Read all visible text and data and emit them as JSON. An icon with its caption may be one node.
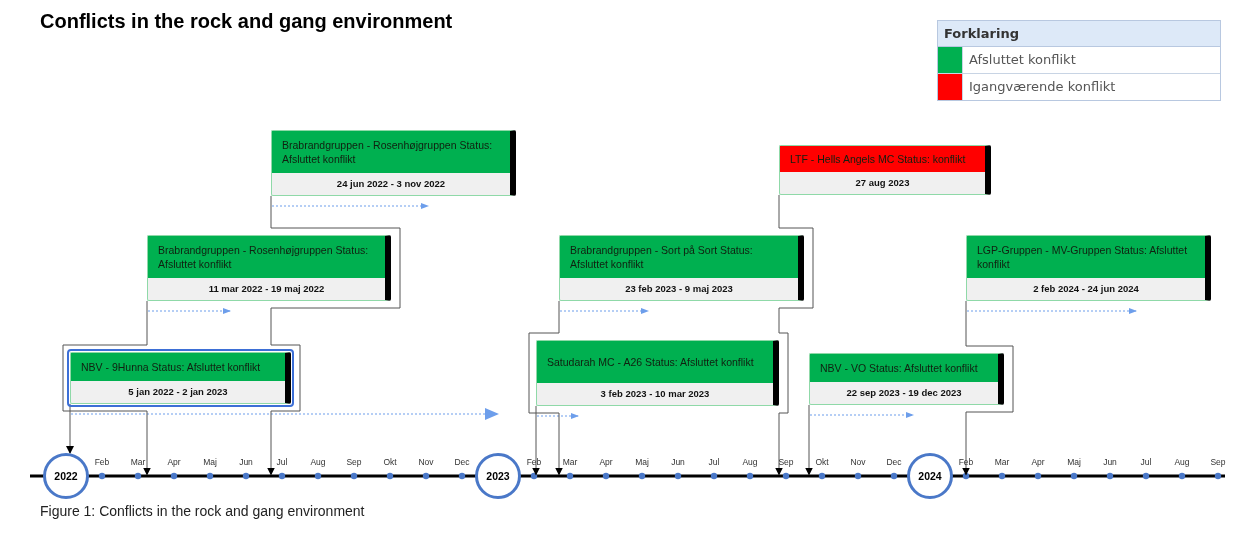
{
  "diagram": {
    "title": "Conflicts in the rock and gang environment",
    "caption": "Figure 1: Conflicts in the rock and gang environment",
    "nodes": [
      {
        "text": [
          "Brabrandgruppen - Rosenhøjgruppen Status: Afsluttet konflikt",
          "24 jun 2022 - 3 nov 2022"
        ]
      },
      {
        "text": [
          "LTF - Hells Angels MC Status: konflikt",
          "27 aug 2023"
        ]
      },
      {
        "text": [
          "Brabrandgruppen - Rosenhøjgruppen Status: Afsluttet konflikt",
          "11 mar 2022 - 19 maj 2022"
        ]
      },
      {
        "text": [
          "Brabrandgruppen - Sort på Sort Status: Afsluttet konflikt",
          "23 feb 2023 - 9 maj 2023"
        ]
      },
      {
        "text": [
          "LGP-Gruppen - MV-Gruppen Status: Afsluttet konflikt",
          "2 feb 2024 - 24 jun 2024"
        ]
      },
      {
        "text": [
          "Satudarah MC - A26 Status: Afsluttet konflikt",
          "3 feb 2023 - 10 mar 2023"
        ]
      },
      {
        "text": [
          "NBV - 9Hunna Status: Afsluttet konflikt",
          "5 jan 2022 - 2 jan 2023"
        ]
      },
      {
        "text": [
          "NBV - VO Status: Afsluttet konflikt",
          "22 sep 2023 - 19 dec 2023"
        ]
      },
      {
        "text": [
          "2022"
        ]
      },
      {
        "text": [
          "2023"
        ]
      },
      {
        "text": [
          "2024"
        ]
      },
      {
        "text": [],
        "shape": "bar"
      }
    ],
    "edges": [
      {
        "from": 0,
        "to": 11,
        "arrow": "to"
      },
      {
        "from": 1,
        "to": 11,
        "arrow": "to"
      },
      {
        "from": 2,
        "to": 11,
        "arrow": "to"
      },
      {
        "from": 3,
        "to": 11,
        "arrow": "to"
      },
      {
        "from": 4,
        "to": 11,
        "arrow": "to"
      },
      {
        "from": 5,
        "to": 11,
        "arrow": "to"
      },
      {
        "from": 6,
        "to": 8,
        "arrow": "to"
      },
      {
        "from": 7,
        "to": 11,
        "arrow": "to"
      }
    ],
    "labels": [
      "Forklaring",
      "Feb",
      "Mar",
      "Apr",
      "Maj",
      "Jun",
      "Jul",
      "Aug",
      "Sep",
      "Okt",
      "Nov",
      "Dec",
      "Feb",
      "Mar",
      "Apr",
      "Maj",
      "Jun",
      "Jul",
      "Aug",
      "Sep",
      "Okt",
      "Nov",
      "Dec",
      "Feb",
      "Mar",
      "Apr",
      "Maj",
      "Jun",
      "Jul",
      "Aug",
      "Sep"
    ],
    "legend": [
      {
        "text": "Afsluttet konflikt",
        "color": "#00b050"
      },
      {
        "text": "Igangværende konflikt",
        "color": "#ff0000"
      }
    ]
  }
}
